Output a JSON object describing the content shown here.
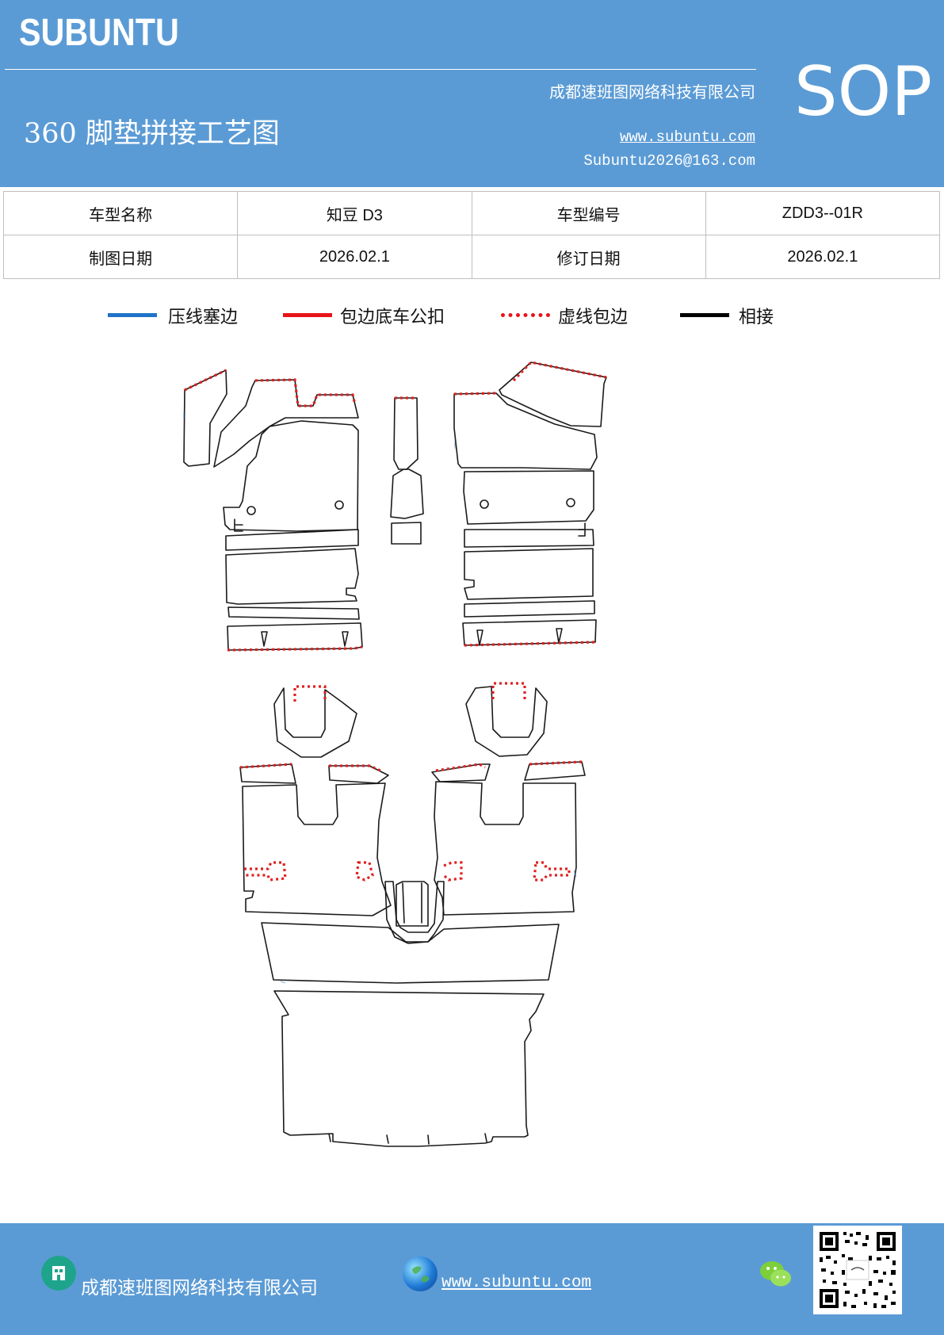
{
  "header": {
    "brand": "SUBUNTU",
    "company": "成都速班图网络科技有限公司",
    "title": "360 脚垫拼接工艺图",
    "website": "www.subuntu.com",
    "email": "Subuntu2026@163.com",
    "badge": "SOP",
    "background_color": "#5b9bd5"
  },
  "info_table": {
    "rows": [
      {
        "label1": "车型名称",
        "value1": "知豆 D3",
        "label2": "车型编号",
        "value2": "ZDD3--01R"
      },
      {
        "label1": "制图日期",
        "value1": "2026.02.1",
        "label2": "修订日期",
        "value2": "2026.02.1"
      }
    ]
  },
  "legend": {
    "items": [
      {
        "label": "压线塞边",
        "color": "#1f73c8",
        "style": "solid"
      },
      {
        "label": "包边底车公扣",
        "color": "#e8141a",
        "style": "solid"
      },
      {
        "label": "虚线包边",
        "color": "#e8141a",
        "style": "dotted"
      },
      {
        "label": "相接",
        "color": "#000000",
        "style": "solid"
      }
    ]
  },
  "footer": {
    "company": "成都速班图网络科技有限公司",
    "website": "www.subuntu.com",
    "icons": [
      "company-icon",
      "globe-icon",
      "wechat-icon",
      "qr-code"
    ]
  }
}
